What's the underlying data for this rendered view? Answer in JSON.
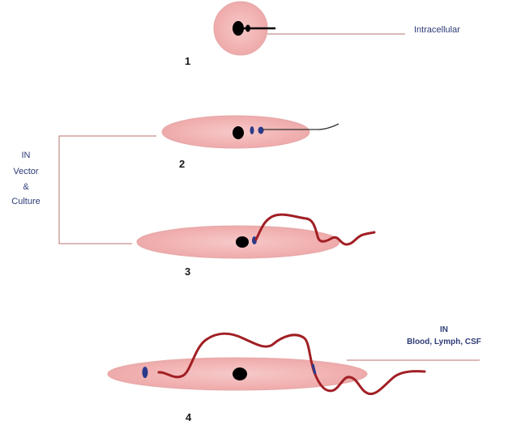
{
  "labels": {
    "intracellular": "Intracellular",
    "in_vector": "IN",
    "vector": "Vector",
    "ampersand": "&",
    "culture": "Culture",
    "in_blood": "IN",
    "blood_lymph_csf": "Blood, Lymph, CSF"
  },
  "stages": {
    "s1": "1",
    "s2": "2",
    "s3": "3",
    "s4": "4"
  },
  "colors": {
    "cell_fill": "#f4b8b8",
    "nucleus": "#000000",
    "kinetoplast": "#2b3a8a",
    "flagellum": "#a11f24",
    "label_text": "#2e3b78",
    "connector_line": "#b8736f"
  }
}
